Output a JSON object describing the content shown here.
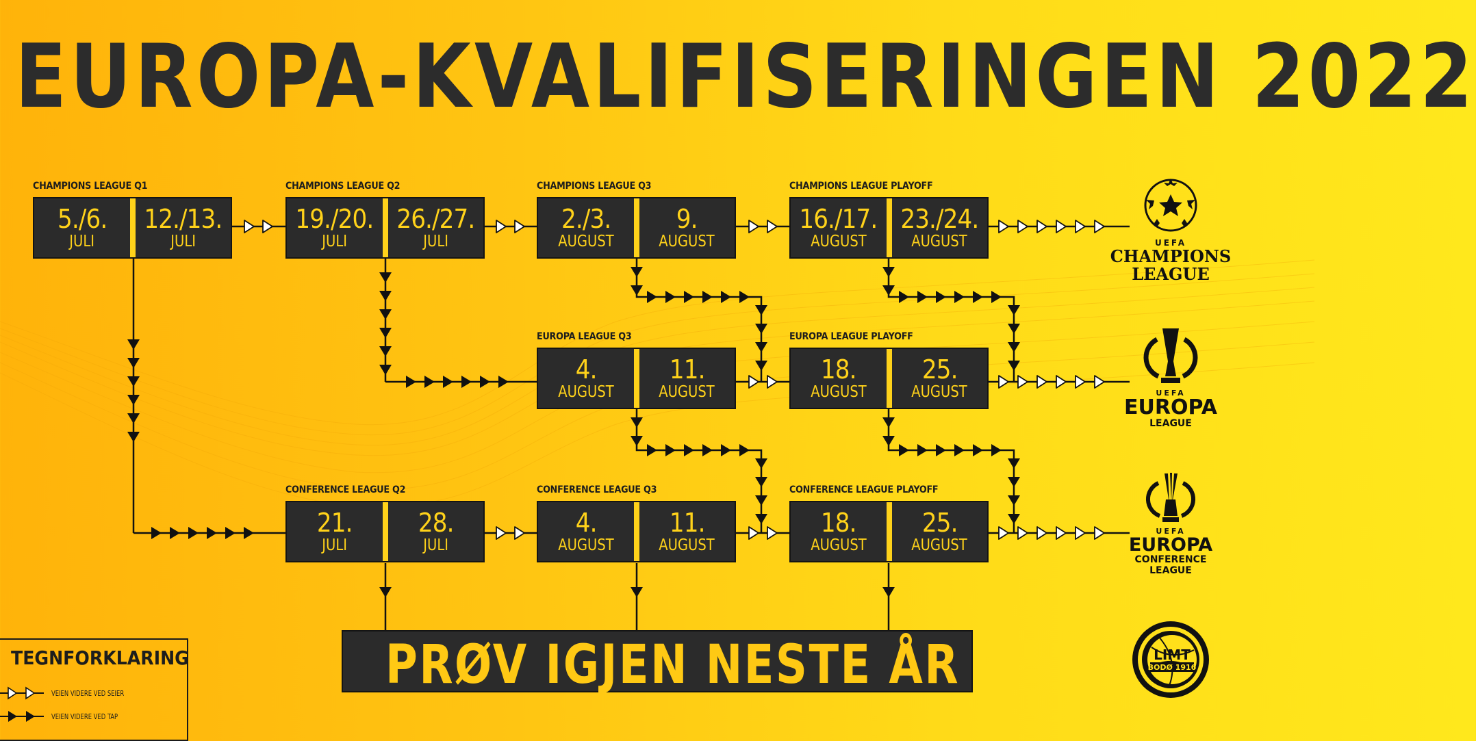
{
  "title": "EUROPA-KVALIFISERINGEN 2022",
  "colors": {
    "background_left": "#FFB30A",
    "background_right": "#FFE81C",
    "box": "#2b2b2b",
    "date_text": "#FFD21A",
    "ink": "#1d1d1d"
  },
  "stages": {
    "cl_q1": {
      "label": "CHAMPIONS LEAGUE Q1",
      "legs": [
        {
          "day": "5./6.",
          "month": "JULI"
        },
        {
          "day": "12./13.",
          "month": "JULI"
        }
      ]
    },
    "cl_q2": {
      "label": "CHAMPIONS LEAGUE Q2",
      "legs": [
        {
          "day": "19./20.",
          "month": "JULI"
        },
        {
          "day": "26./27.",
          "month": "JULI"
        }
      ]
    },
    "cl_q3": {
      "label": "CHAMPIONS LEAGUE Q3",
      "legs": [
        {
          "day": "2./3.",
          "month": "AUGUST"
        },
        {
          "day": "9.",
          "month": "AUGUST"
        }
      ]
    },
    "cl_po": {
      "label": "CHAMPIONS LEAGUE PLAYOFF",
      "legs": [
        {
          "day": "16./17.",
          "month": "AUGUST"
        },
        {
          "day": "23./24.",
          "month": "AUGUST"
        }
      ]
    },
    "el_q3": {
      "label": "EUROPA LEAGUE Q3",
      "legs": [
        {
          "day": "4.",
          "month": "AUGUST"
        },
        {
          "day": "11.",
          "month": "AUGUST"
        }
      ]
    },
    "el_po": {
      "label": "EUROPA LEAGUE PLAYOFF",
      "legs": [
        {
          "day": "18.",
          "month": "AUGUST"
        },
        {
          "day": "25.",
          "month": "AUGUST"
        }
      ]
    },
    "ecl_q2": {
      "label": "CONFERENCE LEAGUE Q2",
      "legs": [
        {
          "day": "21.",
          "month": "JULI"
        },
        {
          "day": "28.",
          "month": "JULI"
        }
      ]
    },
    "ecl_q3": {
      "label": "CONFERENCE LEAGUE Q3",
      "legs": [
        {
          "day": "4.",
          "month": "AUGUST"
        },
        {
          "day": "11.",
          "month": "AUGUST"
        }
      ]
    },
    "ecl_po": {
      "label": "CONFERENCE LEAGUE PLAYOFF",
      "legs": [
        {
          "day": "18.",
          "month": "AUGUST"
        },
        {
          "day": "25.",
          "month": "AUGUST"
        }
      ]
    }
  },
  "logos": {
    "champions_league": {
      "uefa": "UEFA",
      "line1": "CHAMPIONS",
      "line2": "LEAGUE",
      "mark": "®",
      "icon": "starball-icon"
    },
    "europa_league": {
      "uefa": "UEFA",
      "line1": "EUROPA",
      "line2": "LEAGUE",
      "mark": "™",
      "icon": "trophy-icon"
    },
    "conference_league": {
      "uefa": "UEFA",
      "line1": "EUROPA",
      "line2": "CONFERENCE",
      "line3": "LEAGUE",
      "mark": "™",
      "icon": "trophy-icon"
    },
    "club": {
      "top": "LIMT",
      "band": "BODØ 1916",
      "icon": "club-crest-icon"
    }
  },
  "bottom_bar": {
    "text": "PRØV IGJEN NESTE ÅR"
  },
  "legend": {
    "title": "TEGNFORKLARING",
    "items": [
      {
        "icon": "open-arrow-icon",
        "text": "VEIEN VIDERE VED SEIER"
      },
      {
        "icon": "filled-arrow-icon",
        "text": "VEIEN VIDERE VED TAP"
      }
    ]
  }
}
